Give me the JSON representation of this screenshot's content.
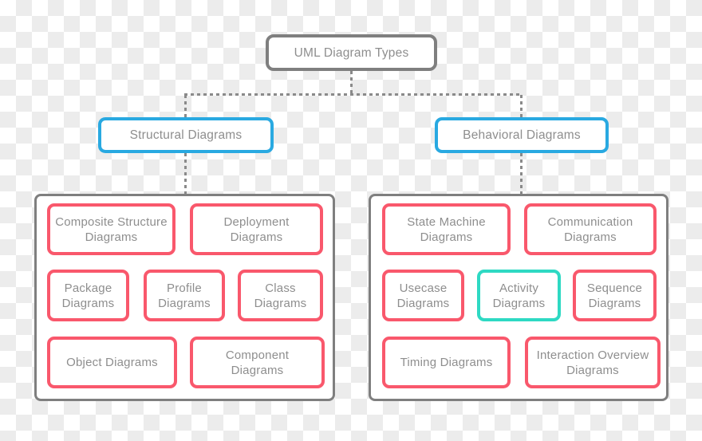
{
  "root": {
    "label": "UML Diagram Types"
  },
  "structural": {
    "label": "Structural Diagrams",
    "items": [
      {
        "label": "Composite Structure Diagrams"
      },
      {
        "label": "Deployment Diagrams"
      },
      {
        "label": "Package Diagrams"
      },
      {
        "label": "Profile Diagrams"
      },
      {
        "label": "Class Diagrams"
      },
      {
        "label": "Object Diagrams"
      },
      {
        "label": "Component Diagrams"
      }
    ]
  },
  "behavioral": {
    "label": "Behavioral Diagrams",
    "items": [
      {
        "label": "State Machine Diagrams"
      },
      {
        "label": "Communication Diagrams"
      },
      {
        "label": "Usecase Diagrams"
      },
      {
        "label": "Activity Diagrams",
        "highlighted": true
      },
      {
        "label": "Sequence Diagrams"
      },
      {
        "label": "Timing Diagrams"
      },
      {
        "label": "Interaction Overview Diagrams"
      }
    ]
  },
  "colors": {
    "node_border_gray": "#7F7F7F",
    "branch_border_blue": "#29A9E1",
    "item_border_pink": "#F9586C",
    "item_border_teal": "#2ED9C3",
    "text_gray": "#8E8E8E",
    "connector_gray": "#8A8A8A",
    "checker_light": "#ECECEC",
    "node_fill": "#FFFFFF"
  }
}
